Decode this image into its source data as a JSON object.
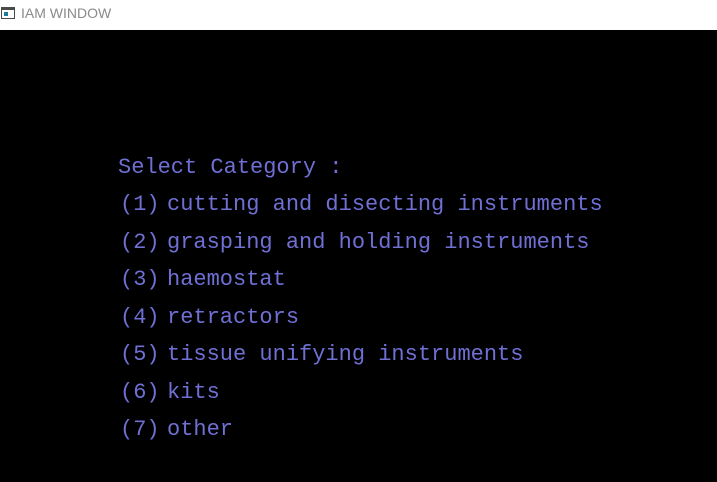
{
  "window": {
    "title": "IAM WINDOW"
  },
  "console": {
    "prompt": "Select Category :",
    "options": [
      {
        "number": "(1)",
        "label": "cutting and disecting instruments"
      },
      {
        "number": "(2)",
        "label": "grasping and holding instruments"
      },
      {
        "number": "(3)",
        "label": "haemostat"
      },
      {
        "number": "(4)",
        "label": "retractors"
      },
      {
        "number": "(5)",
        "label": "tissue unifying instruments"
      },
      {
        "number": "(6)",
        "label": "kits"
      },
      {
        "number": "(7)",
        "label": "other"
      }
    ]
  },
  "colors": {
    "console_background": "#000000",
    "console_text": "#6f6fd4",
    "titlebar_background": "#ffffff",
    "title_text": "#8a8a8a"
  }
}
